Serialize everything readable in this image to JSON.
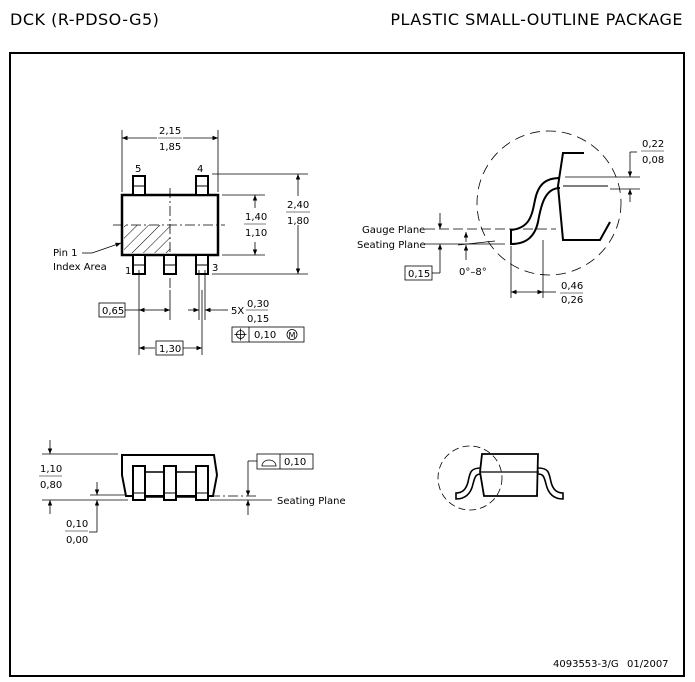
{
  "header": {
    "package_code": "DCK (R-PDSO-G5)",
    "package_title": "PLASTIC SMALL-OUTLINE PACKAGE"
  },
  "top_view": {
    "body_length_max": "2,15",
    "body_length_min": "1,85",
    "body_width_max": "1,40",
    "body_width_min": "1,10",
    "overall_width_max": "2,40",
    "overall_width_min": "1,80",
    "pin_labels": [
      "5",
      "4",
      "1",
      "3"
    ],
    "pin1_label_line1": "Pin 1",
    "pin1_label_line2": "Index Area",
    "pitch": "0,65",
    "pitch_span": "1,30",
    "lead_width_prefix": "5X",
    "lead_width_max": "0,30",
    "lead_width_min": "0,15",
    "position_tolerance": "0,10",
    "position_symbol": "position-icon",
    "mmc_symbol": "M"
  },
  "lead_detail": {
    "lead_thickness_max": "0,22",
    "lead_thickness_min": "0,08",
    "gauge_plane_label": "Gauge Plane",
    "seating_plane_label": "Seating Plane",
    "gauge_height": "0,15",
    "angle_range": "0°–8°",
    "foot_length_max": "0,46",
    "foot_length_min": "0,26"
  },
  "side_view": {
    "height_max": "1,10",
    "height_min": "0,80",
    "standoff_max": "0,10",
    "standoff_min": "0,00",
    "coplanarity": "0,10",
    "coplanarity_symbol": "profile-surface-icon",
    "seating_plane_label": "Seating Plane"
  },
  "footer": {
    "drawing_number": "4093553-3/G",
    "date": "01/2007"
  }
}
